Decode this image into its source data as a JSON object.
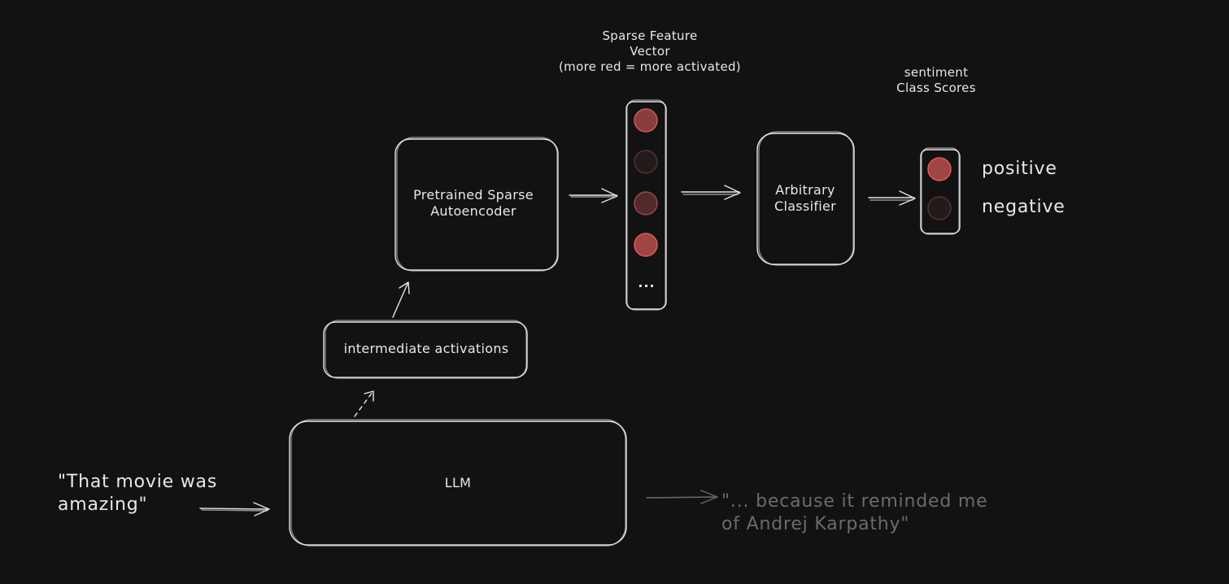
{
  "diagram": {
    "header_sparse": {
      "line1": "Sparse Feature",
      "line2": "Vector",
      "line3": "(more red = more activated)"
    },
    "header_sentiment": {
      "line1": "sentiment",
      "line2": "Class Scores"
    },
    "nodes": {
      "autoencoder": {
        "line1": "Pretrained Sparse",
        "line2": "Autoencoder"
      },
      "intermediate": {
        "label": "intermediate activations"
      },
      "llm": {
        "label": "LLM"
      },
      "classifier": {
        "line1": "Arbitrary",
        "line2": "Classifier"
      }
    },
    "feature_vector": {
      "activations": [
        0.8,
        0.1,
        0.5,
        0.9
      ],
      "ellipsis": "..."
    },
    "class_scores": [
      {
        "label": "positive",
        "activation": 0.9
      },
      {
        "label": "negative",
        "activation": 0.1
      }
    ],
    "input_text": {
      "line1": "\"That movie was",
      "line2": "amazing\""
    },
    "output_text": {
      "line1": "\"... because it reminded me",
      "line2": "of Andrej Karpathy\""
    }
  },
  "colors": {
    "background": "#121212",
    "stroke": "#e6e6e6",
    "muted": "#6b6b6b",
    "active_red": "#e05a5a",
    "inactive": "#2a2222"
  }
}
